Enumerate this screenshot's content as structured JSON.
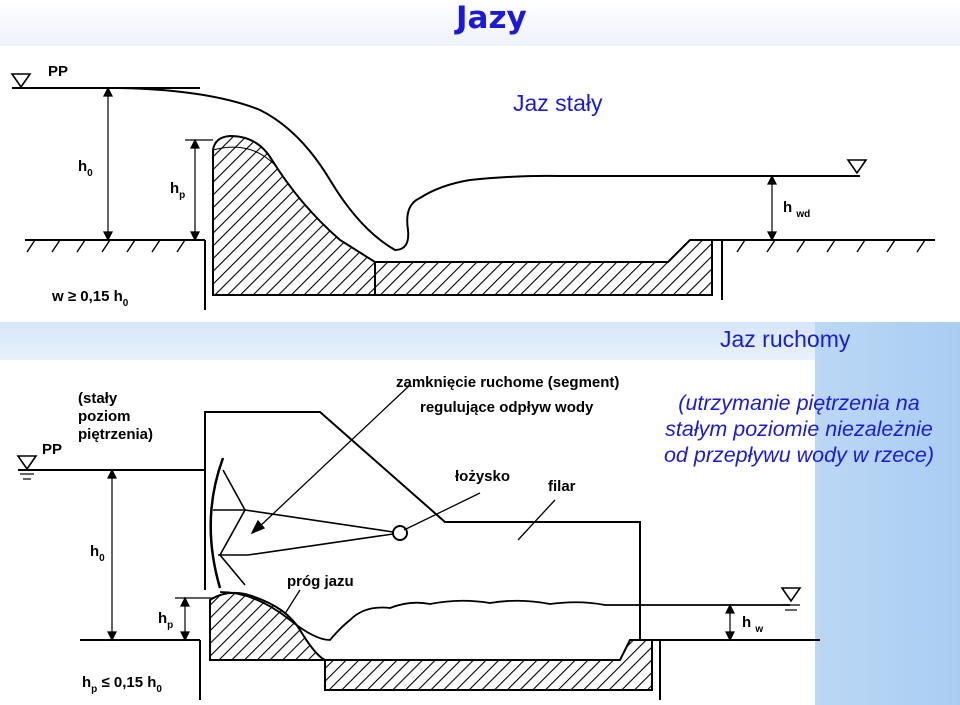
{
  "title": "Jazy",
  "fixed_weir": {
    "heading": "Jaz stały",
    "pp": "PP",
    "h0": "h",
    "h0_sub": "0",
    "hp": "h",
    "hp_sub": "p",
    "hwd": "h",
    "hwd_sub": "wd",
    "condition": "w ≥ 0,15 h",
    "condition_sub": "0"
  },
  "movable_weir": {
    "heading": "Jaz ruchomy",
    "description": [
      "(utrzymanie piętrzenia na",
      "stałym poziomie niezależnie",
      "od przepływu wody w rzece)"
    ],
    "level_note": [
      "(stały",
      "poziom",
      "piętrzenia)"
    ],
    "pp": "PP",
    "gate_label_1": "zamknięcie ruchome (segment)",
    "gate_label_2": "regulujące odpływ wody",
    "bearing": "łożysko",
    "pier": "filar",
    "sill": "próg jazu",
    "h0": "h",
    "h0_sub": "0",
    "hp": "h",
    "hp_sub": "p",
    "hw": "h",
    "hw_sub": "w",
    "condition": "h",
    "condition_mid": " ≤ 0,15 h",
    "condition_sub1": "p",
    "condition_sub2": "0"
  },
  "colors": {
    "title": "#1a1ad8",
    "band": "#d6e6f8",
    "side_bar": "#a9cdf2"
  }
}
